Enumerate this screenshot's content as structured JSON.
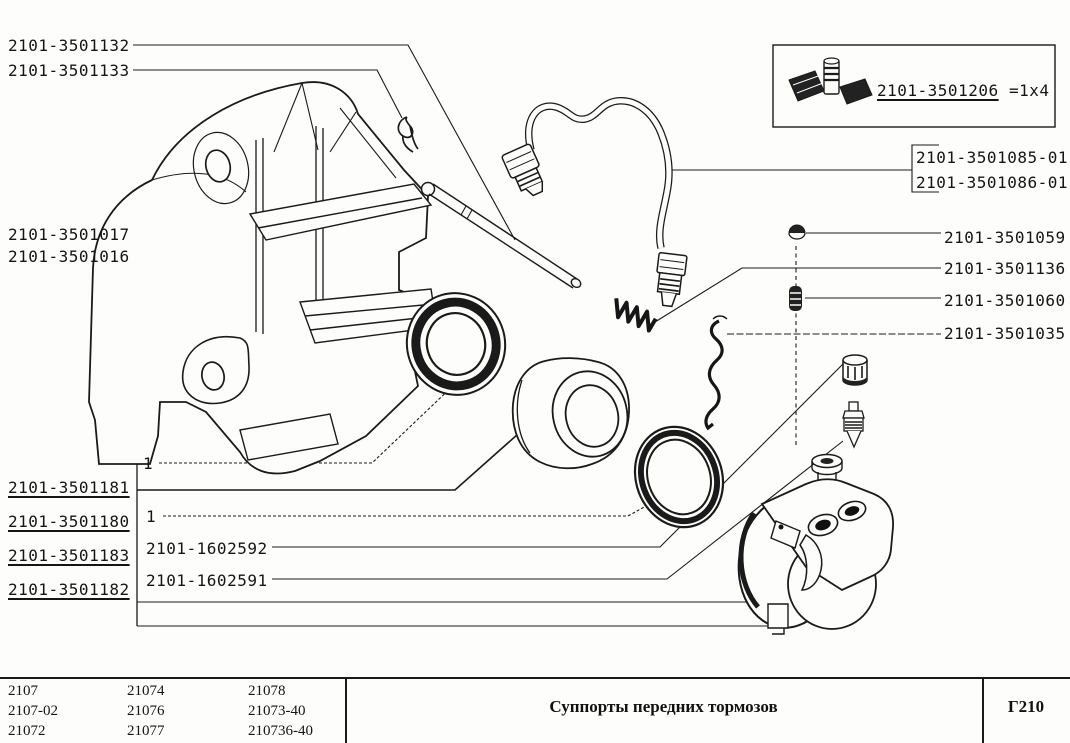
{
  "page": {
    "background": "#fdfdfb",
    "ink": "#1a1a1a"
  },
  "legend_box": {
    "part_number": "2101-3501206",
    "quantity": "=1x4"
  },
  "callouts": {
    "guide_pin": "2101-3501132",
    "cotter_pin": "2101-3501133",
    "caliper_group": [
      "2101-3501017",
      "2101-3501016"
    ],
    "hose_group": [
      "2101-3501085-01",
      "2101-3501086-01"
    ],
    "inlet_plug": "2101-3501059",
    "pad_spring": "2101-3501136",
    "bleed_spring": "2101-3501060",
    "retaining_clip": "2101-3501035"
  },
  "repair_kits": {
    "labels": [
      "2101-3501181",
      "2101-3501180",
      "2101-3501183",
      "2101-3501182"
    ],
    "items": [
      {
        "label": "1"
      },
      {
        "label": "1"
      },
      {
        "label": "2101-1602592"
      },
      {
        "label": "2101-1602591"
      }
    ]
  },
  "footer": {
    "model_columns": [
      [
        "2107",
        "2107-02",
        "21072"
      ],
      [
        "21074",
        "21076",
        "21077"
      ],
      [
        "21078",
        "21073-40",
        "210736-40"
      ]
    ],
    "title": "Суппорты передних тормозов",
    "sheet_code": "Г210"
  }
}
